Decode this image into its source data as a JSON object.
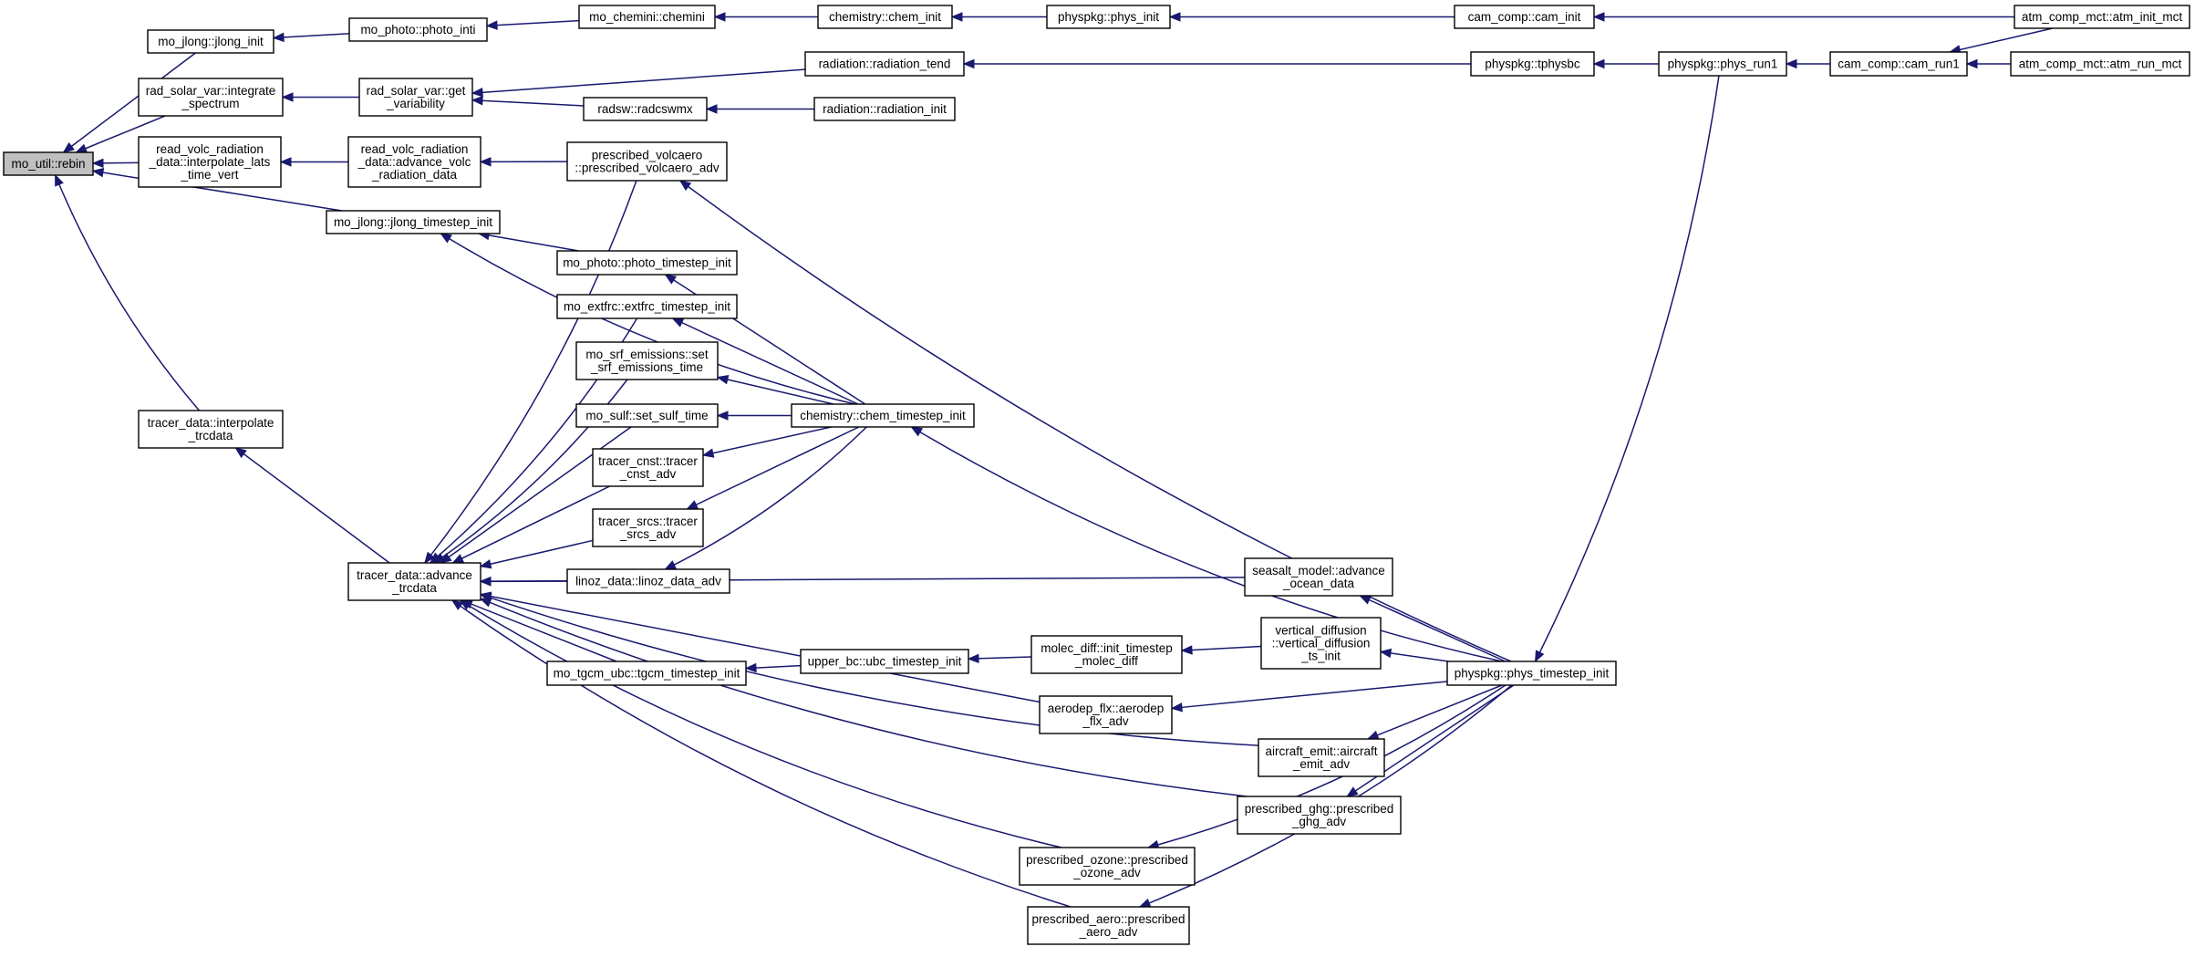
{
  "diagram": {
    "type": "caller-graph",
    "edge_color": "#191970",
    "root_fill": "#bfbfbf",
    "nodes": [
      {
        "id": "rebin",
        "lines": [
          "mo_util::rebin"
        ],
        "root": true
      },
      {
        "id": "jlong_init",
        "lines": [
          "mo_jlong::jlong_init"
        ]
      },
      {
        "id": "photo_inti",
        "lines": [
          "mo_photo::photo_inti"
        ]
      },
      {
        "id": "chemini",
        "lines": [
          "mo_chemini::chemini"
        ]
      },
      {
        "id": "chem_init",
        "lines": [
          "chemistry::chem_init"
        ]
      },
      {
        "id": "phys_init",
        "lines": [
          "physpkg::phys_init"
        ]
      },
      {
        "id": "cam_init",
        "lines": [
          "cam_comp::cam_init"
        ]
      },
      {
        "id": "atm_init_mct",
        "lines": [
          "atm_comp_mct::atm_init_mct"
        ]
      },
      {
        "id": "integrate_spectrum",
        "lines": [
          "rad_solar_var::integrate",
          "_spectrum"
        ]
      },
      {
        "id": "get_variability",
        "lines": [
          "rad_solar_var::get",
          "_variability"
        ]
      },
      {
        "id": "radiation_tend",
        "lines": [
          "radiation::radiation_tend"
        ]
      },
      {
        "id": "tphysbc",
        "lines": [
          "physpkg::tphysbc"
        ]
      },
      {
        "id": "phys_run1",
        "lines": [
          "physpkg::phys_run1"
        ]
      },
      {
        "id": "cam_run1",
        "lines": [
          "cam_comp::cam_run1"
        ]
      },
      {
        "id": "atm_run_mct",
        "lines": [
          "atm_comp_mct::atm_run_mct"
        ]
      },
      {
        "id": "radcswmx",
        "lines": [
          "radsw::radcswmx"
        ]
      },
      {
        "id": "radiation_init",
        "lines": [
          "radiation::radiation_init"
        ]
      },
      {
        "id": "interpolate_lats",
        "lines": [
          "read_volc_radiation",
          "_data::interpolate_lats",
          "_time_vert"
        ]
      },
      {
        "id": "advance_volc",
        "lines": [
          "read_volc_radiation",
          "_data::advance_volc",
          "_radiation_data"
        ]
      },
      {
        "id": "prescribed_volcaero",
        "lines": [
          "prescribed_volcaero",
          "::prescribed_volcaero_adv"
        ]
      },
      {
        "id": "jlong_timestep_init",
        "lines": [
          "mo_jlong::jlong_timestep_init"
        ]
      },
      {
        "id": "photo_timestep_init",
        "lines": [
          "mo_photo::photo_timestep_init"
        ]
      },
      {
        "id": "extfrc_timestep_init",
        "lines": [
          "mo_extfrc::extfrc_timestep_init"
        ]
      },
      {
        "id": "set_srf_emissions_time",
        "lines": [
          "mo_srf_emissions::set",
          "_srf_emissions_time"
        ]
      },
      {
        "id": "set_sulf_time",
        "lines": [
          "mo_sulf::set_sulf_time"
        ]
      },
      {
        "id": "chem_timestep_init",
        "lines": [
          "chemistry::chem_timestep_init"
        ]
      },
      {
        "id": "tracer_cnst_adv",
        "lines": [
          "tracer_cnst::tracer",
          "_cnst_adv"
        ]
      },
      {
        "id": "tracer_srcs_adv",
        "lines": [
          "tracer_srcs::tracer",
          "_srcs_adv"
        ]
      },
      {
        "id": "linoz_data_adv",
        "lines": [
          "linoz_data::linoz_data_adv"
        ]
      },
      {
        "id": "interpolate_trcdata",
        "lines": [
          "tracer_data::interpolate",
          "_trcdata"
        ]
      },
      {
        "id": "advance_trcdata",
        "lines": [
          "tracer_data::advance",
          "_trcdata"
        ]
      },
      {
        "id": "advance_ocean_data",
        "lines": [
          "seasalt_model::advance",
          "_ocean_data"
        ]
      },
      {
        "id": "tgcm_timestep_init",
        "lines": [
          "mo_tgcm_ubc::tgcm_timestep_init"
        ]
      },
      {
        "id": "ubc_timestep_init",
        "lines": [
          "upper_bc::ubc_timestep_init"
        ]
      },
      {
        "id": "init_timestep_molec_diff",
        "lines": [
          "molec_diff::init_timestep",
          "_molec_diff"
        ]
      },
      {
        "id": "vertical_diffusion_ts_init",
        "lines": [
          "vertical_diffusion",
          "::vertical_diffusion",
          "_ts_init"
        ]
      },
      {
        "id": "phys_timestep_init",
        "lines": [
          "physpkg::phys_timestep_init"
        ]
      },
      {
        "id": "aerodep_flx_adv",
        "lines": [
          "aerodep_flx::aerodep",
          "_flx_adv"
        ]
      },
      {
        "id": "aircraft_emit_adv",
        "lines": [
          "aircraft_emit::aircraft",
          "_emit_adv"
        ]
      },
      {
        "id": "prescribed_ghg_adv",
        "lines": [
          "prescribed_ghg::prescribed",
          "_ghg_adv"
        ]
      },
      {
        "id": "prescribed_ozone_adv",
        "lines": [
          "prescribed_ozone::prescribed",
          "_ozone_adv"
        ]
      },
      {
        "id": "prescribed_aero_adv",
        "lines": [
          "prescribed_aero::prescribed",
          "_aero_adv"
        ]
      }
    ],
    "edges": [
      {
        "callee": "rebin",
        "caller": "jlong_init"
      },
      {
        "callee": "rebin",
        "caller": "integrate_spectrum"
      },
      {
        "callee": "rebin",
        "caller": "interpolate_lats"
      },
      {
        "callee": "rebin",
        "caller": "jlong_timestep_init"
      },
      {
        "callee": "rebin",
        "caller": "interpolate_trcdata"
      },
      {
        "callee": "jlong_init",
        "caller": "photo_inti"
      },
      {
        "callee": "photo_inti",
        "caller": "chemini"
      },
      {
        "callee": "chemini",
        "caller": "chem_init"
      },
      {
        "callee": "chem_init",
        "caller": "phys_init"
      },
      {
        "callee": "phys_init",
        "caller": "cam_init"
      },
      {
        "callee": "cam_init",
        "caller": "atm_init_mct"
      },
      {
        "callee": "integrate_spectrum",
        "caller": "get_variability"
      },
      {
        "callee": "get_variability",
        "caller": "radiation_tend"
      },
      {
        "callee": "get_variability",
        "caller": "radcswmx"
      },
      {
        "callee": "radcswmx",
        "caller": "radiation_init"
      },
      {
        "callee": "radiation_tend",
        "caller": "tphysbc"
      },
      {
        "callee": "tphysbc",
        "caller": "phys_run1"
      },
      {
        "callee": "phys_run1",
        "caller": "cam_run1"
      },
      {
        "callee": "cam_run1",
        "caller": "atm_init_mct"
      },
      {
        "callee": "cam_run1",
        "caller": "atm_run_mct"
      },
      {
        "callee": "interpolate_lats",
        "caller": "advance_volc"
      },
      {
        "callee": "advance_volc",
        "caller": "prescribed_volcaero"
      },
      {
        "callee": "prescribed_volcaero",
        "caller": "phys_timestep_init"
      },
      {
        "callee": "jlong_timestep_init",
        "caller": "photo_timestep_init"
      },
      {
        "callee": "jlong_timestep_init",
        "caller": "chem_timestep_init"
      },
      {
        "callee": "photo_timestep_init",
        "caller": "chem_timestep_init"
      },
      {
        "callee": "extfrc_timestep_init",
        "caller": "chem_timestep_init"
      },
      {
        "callee": "set_srf_emissions_time",
        "caller": "chem_timestep_init"
      },
      {
        "callee": "set_sulf_time",
        "caller": "chem_timestep_init"
      },
      {
        "callee": "tracer_cnst_adv",
        "caller": "chem_timestep_init"
      },
      {
        "callee": "tracer_srcs_adv",
        "caller": "chem_timestep_init"
      },
      {
        "callee": "linoz_data_adv",
        "caller": "chem_timestep_init"
      },
      {
        "callee": "chem_timestep_init",
        "caller": "phys_timestep_init"
      },
      {
        "callee": "phys_timestep_init",
        "caller": "phys_run1"
      },
      {
        "callee": "interpolate_trcdata",
        "caller": "advance_trcdata"
      },
      {
        "callee": "advance_trcdata",
        "caller": "prescribed_volcaero"
      },
      {
        "callee": "advance_trcdata",
        "caller": "extfrc_timestep_init"
      },
      {
        "callee": "advance_trcdata",
        "caller": "set_srf_emissions_time"
      },
      {
        "callee": "advance_trcdata",
        "caller": "set_sulf_time"
      },
      {
        "callee": "advance_trcdata",
        "caller": "tracer_cnst_adv"
      },
      {
        "callee": "advance_trcdata",
        "caller": "tracer_srcs_adv"
      },
      {
        "callee": "advance_trcdata",
        "caller": "linoz_data_adv"
      },
      {
        "callee": "advance_trcdata",
        "caller": "advance_ocean_data"
      },
      {
        "callee": "advance_trcdata",
        "caller": "tgcm_timestep_init"
      },
      {
        "callee": "advance_trcdata",
        "caller": "aerodep_flx_adv"
      },
      {
        "callee": "advance_trcdata",
        "caller": "aircraft_emit_adv"
      },
      {
        "callee": "advance_trcdata",
        "caller": "prescribed_ghg_adv"
      },
      {
        "callee": "advance_trcdata",
        "caller": "prescribed_ozone_adv"
      },
      {
        "callee": "advance_trcdata",
        "caller": "prescribed_aero_adv"
      },
      {
        "callee": "advance_ocean_data",
        "caller": "phys_timestep_init"
      },
      {
        "callee": "tgcm_timestep_init",
        "caller": "ubc_timestep_init"
      },
      {
        "callee": "ubc_timestep_init",
        "caller": "init_timestep_molec_diff"
      },
      {
        "callee": "init_timestep_molec_diff",
        "caller": "vertical_diffusion_ts_init"
      },
      {
        "callee": "vertical_diffusion_ts_init",
        "caller": "phys_timestep_init"
      },
      {
        "callee": "aerodep_flx_adv",
        "caller": "phys_timestep_init"
      },
      {
        "callee": "aircraft_emit_adv",
        "caller": "phys_timestep_init"
      },
      {
        "callee": "prescribed_ghg_adv",
        "caller": "phys_timestep_init"
      },
      {
        "callee": "prescribed_ozone_adv",
        "caller": "phys_timestep_init"
      },
      {
        "callee": "prescribed_aero_adv",
        "caller": "phys_timestep_init"
      }
    ]
  }
}
